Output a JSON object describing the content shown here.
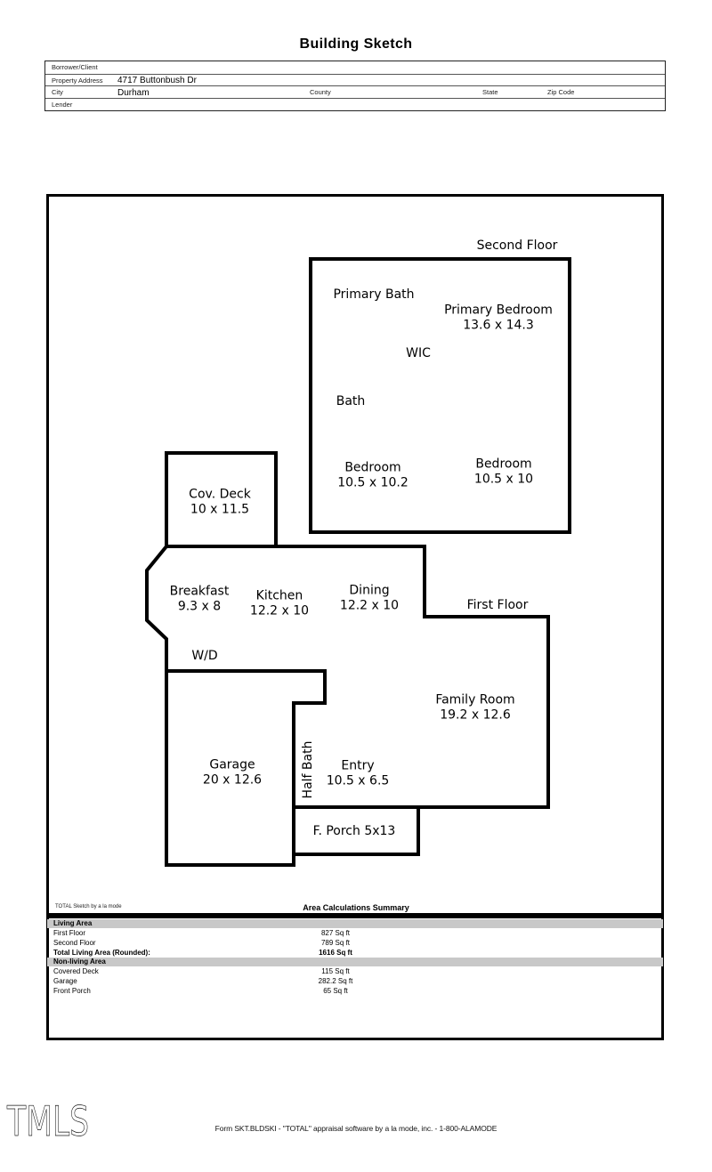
{
  "page": {
    "title": "Building Sketch",
    "footer_line": "Form SKT.BLDSKI - \"TOTAL\" appraisal software by a la mode, inc. - 1-800-ALAMODE",
    "logo_text": "TMLS"
  },
  "form": {
    "borrower_label": "Borrower/Client",
    "address_label": "Property Address",
    "address_value": "4717 Buttonbush Dr",
    "city_label": "City",
    "city_value": "Durham",
    "county_label": "County",
    "state_label": "State",
    "zip_label": "Zip Code",
    "lender_label": "Lender"
  },
  "sketch": {
    "floor_titles": {
      "second": "Second Floor",
      "first": "First Floor"
    },
    "rooms": {
      "primary_bath": {
        "name": "Primary Bath",
        "dims": ""
      },
      "primary_bedroom": {
        "name": "Primary Bedroom",
        "dims": "13.6 x 14.3"
      },
      "wic": {
        "name": "WIC",
        "dims": ""
      },
      "bath": {
        "name": "Bath",
        "dims": ""
      },
      "bedroom_left": {
        "name": "Bedroom",
        "dims": "10.5 x 10.2"
      },
      "bedroom_right": {
        "name": "Bedroom",
        "dims": "10.5 x 10"
      },
      "cov_deck": {
        "name": "Cov. Deck",
        "dims": "10 x 11.5"
      },
      "breakfast": {
        "name": "Breakfast",
        "dims": "9.3 x 8"
      },
      "kitchen": {
        "name": "Kitchen",
        "dims": "12.2 x 10"
      },
      "dining": {
        "name": "Dining",
        "dims": "12.2 x 10"
      },
      "wd": {
        "name": "W/D",
        "dims": ""
      },
      "family_room": {
        "name": "Family Room",
        "dims": "19.2 x 12.6"
      },
      "garage": {
        "name": "Garage",
        "dims": "20 x 12.6"
      },
      "half_bath": {
        "name": "Half Bath",
        "dims": ""
      },
      "entry": {
        "name": "Entry",
        "dims": "10.5 x 6.5"
      },
      "f_porch": {
        "name": "F. Porch 5x13",
        "dims": ""
      }
    }
  },
  "summary": {
    "brand": "TOTAL Sketch by a la mode",
    "title": "Area Calculations Summary",
    "living_header": "Living Area",
    "nonliving_header": "Non-living Area",
    "rows": [
      {
        "label": "First Floor",
        "value": "827 Sq ft"
      },
      {
        "label": "Second Floor",
        "value": "789 Sq ft"
      },
      {
        "label": "Total Living Area (Rounded):",
        "value": "1616 Sq ft"
      },
      {
        "label": "Covered Deck",
        "value": "115 Sq ft"
      },
      {
        "label": "Garage",
        "value": "282.2 Sq ft"
      },
      {
        "label": "Front Porch",
        "value": "65 Sq ft"
      }
    ]
  },
  "colors": {
    "band_gray": "#c8c8c8",
    "ink": "#000000"
  }
}
